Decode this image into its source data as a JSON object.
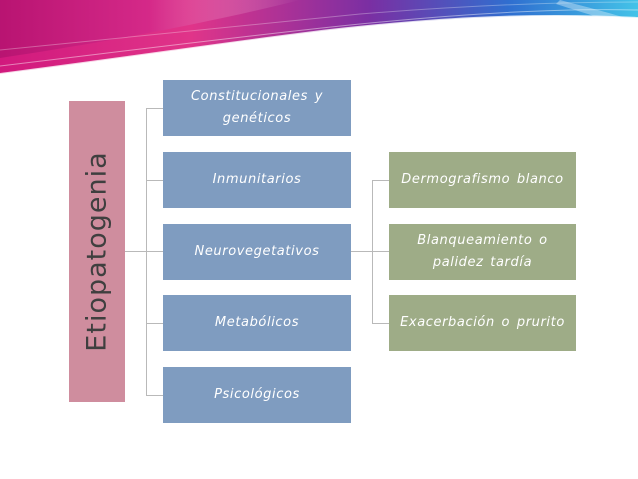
{
  "diagram": {
    "root": "Etiopatogenia",
    "causes": [
      "Constitucionales y genéticos",
      "Inmunitarios",
      "Neurovegetativos",
      "Metabólicos",
      "Psicológicos"
    ],
    "effects": [
      "Dermografismo blanco",
      "Blanqueamiento o palidez tardía",
      "Exacerbación o prurito"
    ]
  },
  "colors": {
    "root": "#cf8d9e",
    "cause_box": "#7f9cc0",
    "effect_box": "#9eac87",
    "connector": "#b9b9b9",
    "banner_magenta": "#d1197d",
    "banner_pink": "#ec3a8c",
    "banner_purple": "#6b2fa0",
    "banner_blue": "#2f6fd0",
    "banner_cyan": "#43c3e8"
  }
}
